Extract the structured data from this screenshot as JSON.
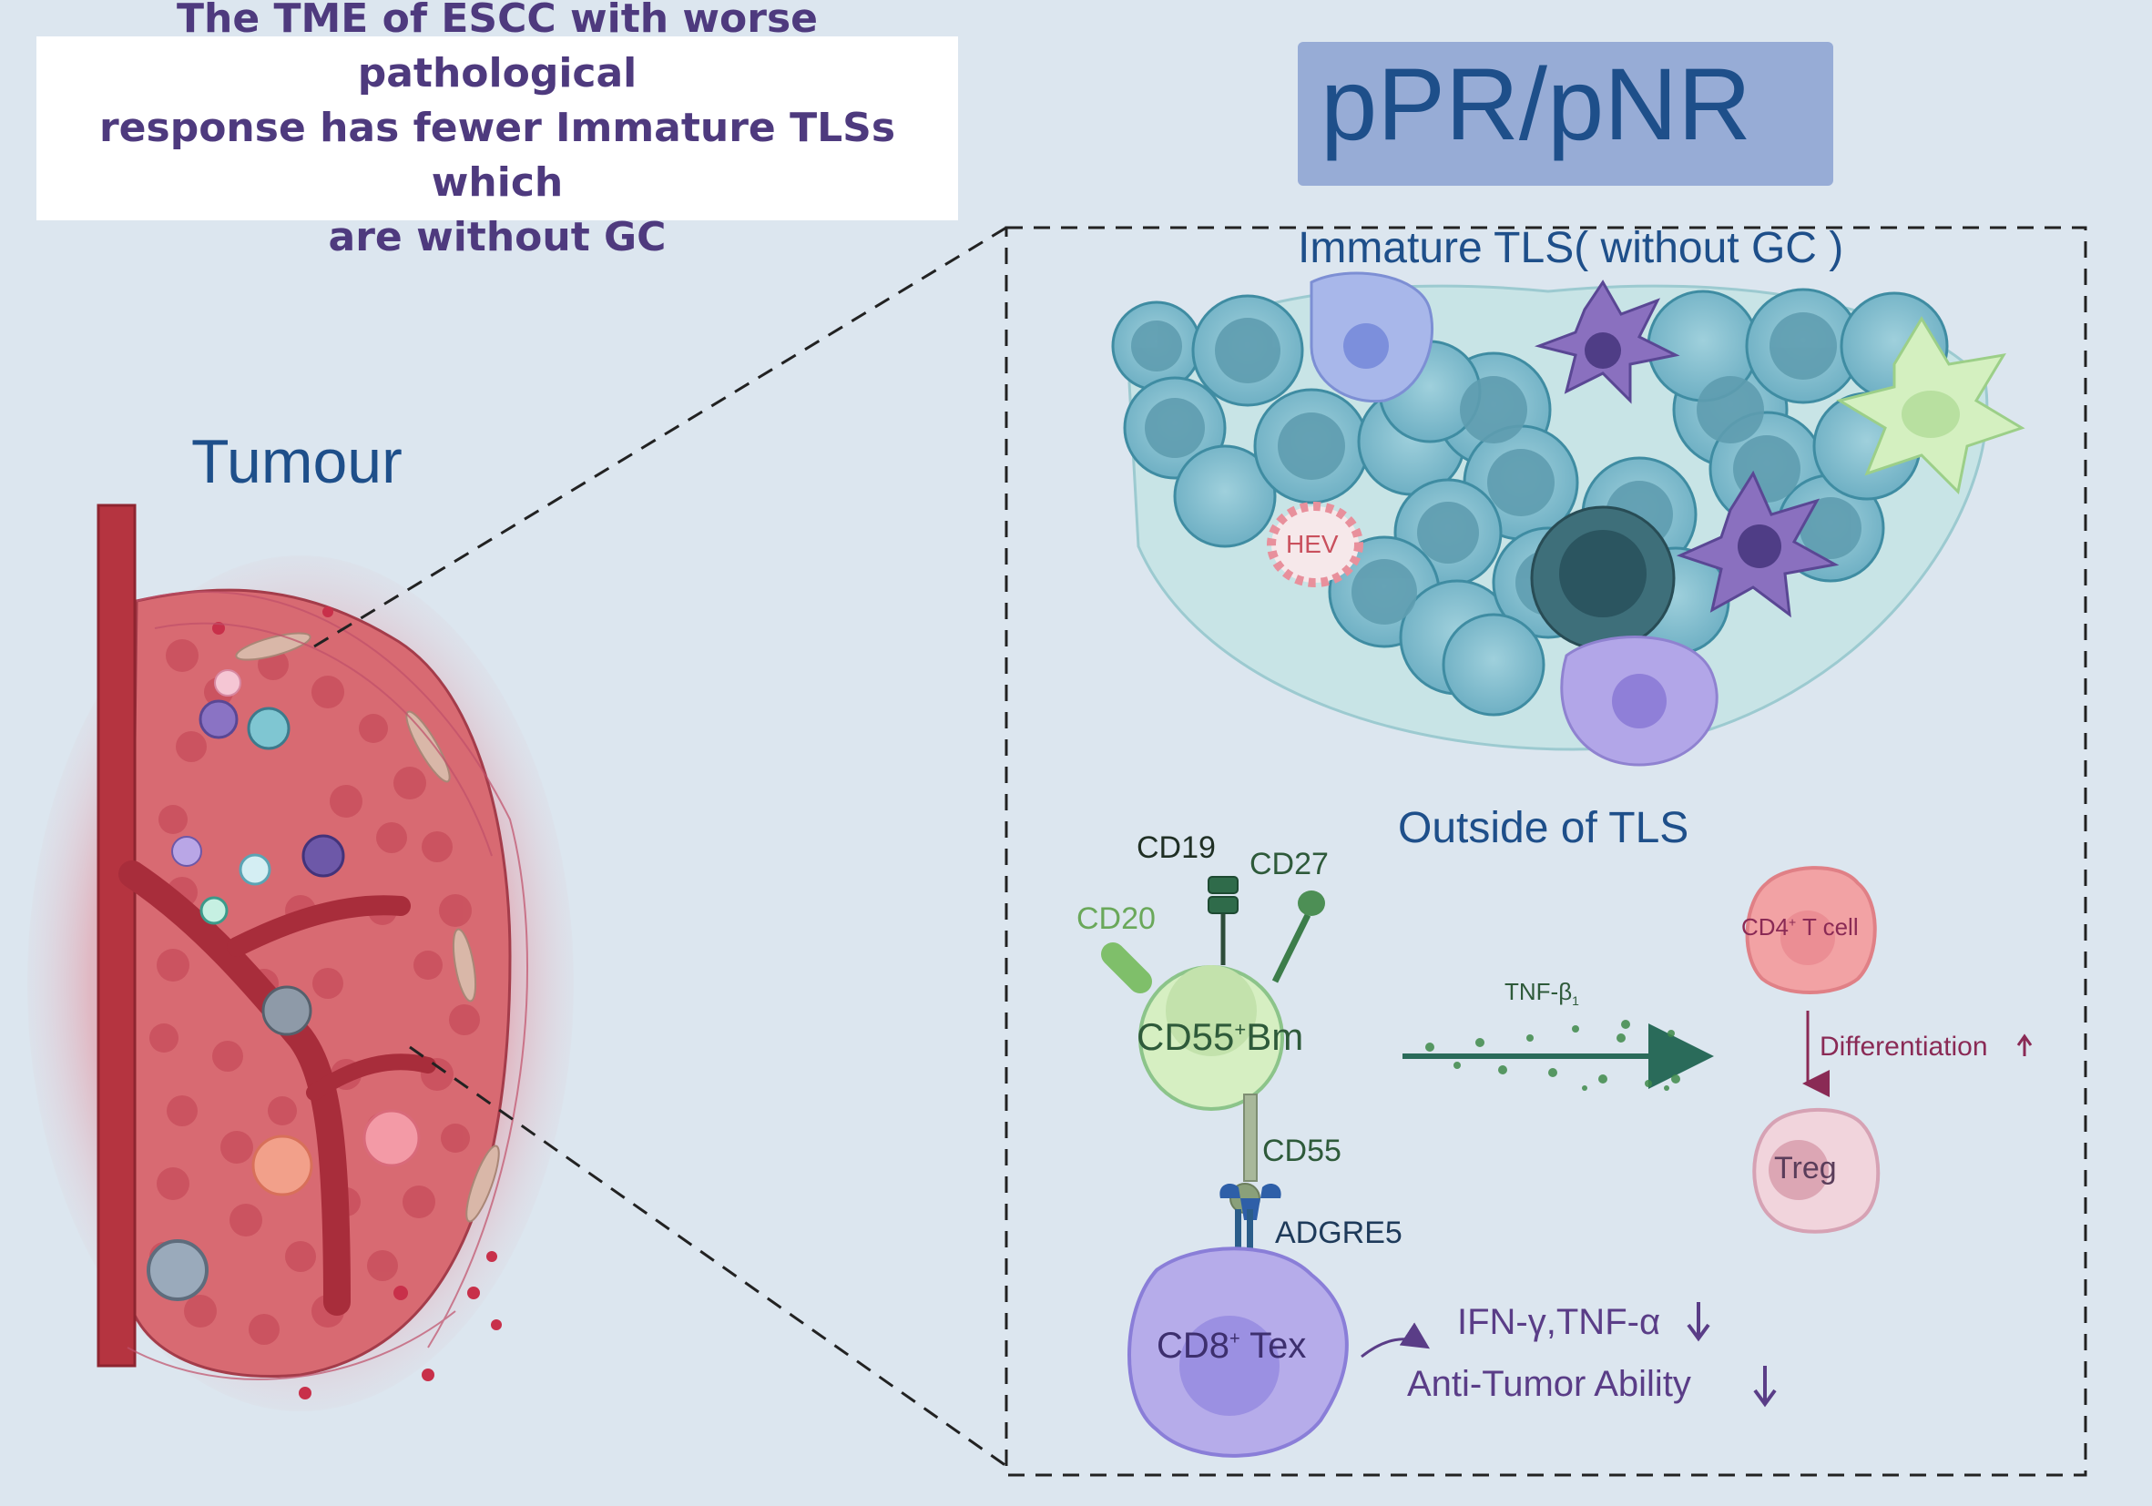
{
  "title": "The TME of ESCC with worse pathological\nresponse has fewer Immature TLSs which\nare without GC",
  "badge": "pPR/pNR",
  "tumour_label": "Tumour",
  "immature_tls_label": "Immature TLS( without GC )",
  "hev_label": "HEV",
  "outside_label": "Outside of TLS",
  "markers": {
    "cd19": "CD19",
    "cd27": "CD27",
    "cd20": "CD20",
    "cd55": "CD55",
    "adgre5": "ADGRE5"
  },
  "cells": {
    "bm": {
      "main": "CD55",
      "sup": "+",
      "rest": "Bm"
    },
    "cd4": {
      "main": "CD4",
      "sup": "+",
      "rest": " T cell"
    },
    "treg": "Treg",
    "tex": {
      "main": "CD8",
      "sup": "+",
      "rest": " Tex"
    }
  },
  "tnf_label": {
    "main": "TNF-β",
    "sub": "1"
  },
  "differentiation": "Differentiation",
  "effects": [
    "IFN-γ,TNF-α",
    "Anti-Tumor Ability"
  ],
  "colors": {
    "title_text": "#4e3a7e",
    "badge_fill": "#97acd6",
    "badge_text": "#1e4f8a",
    "label_blue": "#1e4f8a",
    "green_dark": "#2e5a3a",
    "purple_effect": "#5a3d87",
    "differentiation": "#8a2a55"
  }
}
